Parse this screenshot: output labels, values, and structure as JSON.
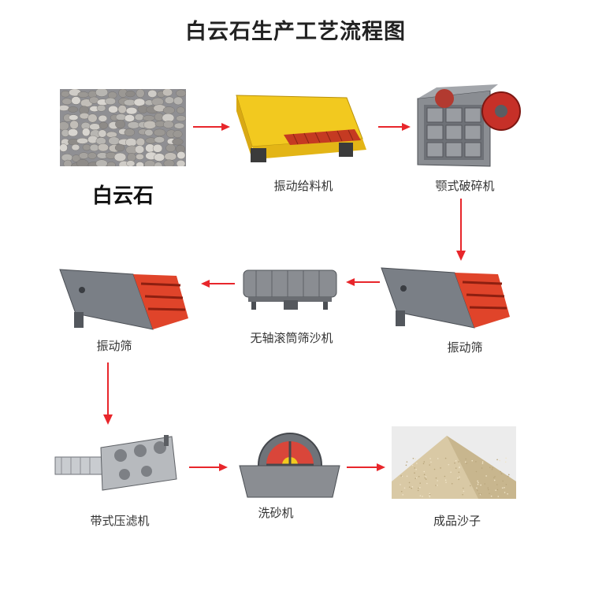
{
  "title": "白云石生产工艺流程图",
  "steps": [
    {
      "id": "dolomite",
      "label": "白云石"
    },
    {
      "id": "vibrating_feeder",
      "label": "振动给料机"
    },
    {
      "id": "jaw_crusher",
      "label": "颚式破碎机"
    },
    {
      "id": "vibrating_screen_1",
      "label": "振动筛"
    },
    {
      "id": "drum_screen",
      "label": "无轴滚筒筛沙机"
    },
    {
      "id": "vibrating_screen_2",
      "label": "振动筛"
    },
    {
      "id": "belt_filter_press",
      "label": "带式压滤机"
    },
    {
      "id": "sand_washer",
      "label": "洗砂机"
    },
    {
      "id": "finished_sand",
      "label": "成品沙子"
    }
  ],
  "colors": {
    "arrow": "#e8262b",
    "machine_yellow": "#f2c91f",
    "machine_gray": "#7a7f86",
    "screen_red": "#e0442a",
    "sand": "#d9c9a5"
  },
  "icons": [
    "stone-pile-image",
    "vibrating-feeder-image",
    "jaw-crusher-image",
    "vibrating-screen-image",
    "drum-screen-image",
    "belt-filter-press-image",
    "sand-washer-image",
    "sand-pile-image"
  ]
}
